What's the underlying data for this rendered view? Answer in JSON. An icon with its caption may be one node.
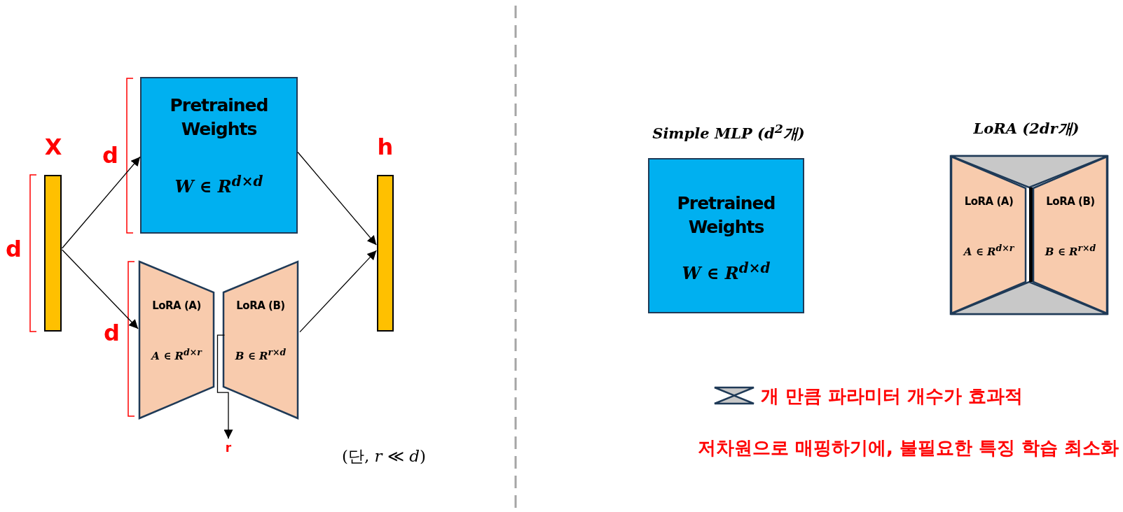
{
  "diagram": {
    "nodes": [
      {
        "text": [
          "X"
        ]
      },
      {
        "text": [
          "Pretrained Weights",
          "W ∈ R$^{d×d}$"
        ]
      },
      {
        "text": [
          "LoRA (A)",
          "A ∈ R$^{d×r}$"
        ]
      },
      {
        "text": [
          "LoRA (B)",
          "B ∈ R$^{r×d}$"
        ]
      },
      {
        "text": [
          "h"
        ]
      },
      {
        "text": [
          "r"
        ]
      },
      {
        "text": [
          "Simple MLP (d$^{2}$개)",
          "Pretrained Weights",
          "W ∈ R$^{d×d}$"
        ]
      },
      {
        "text": [
          "LoRA (2dr개)"
        ]
      },
      {
        "text": [
          "LoRA (A)",
          "A ∈ R$^{d×r}$"
        ],
        "in": 7
      },
      {
        "text": [
          "LoRA (B)",
          "B ∈ R$^{r×d}$"
        ],
        "in": 7
      }
    ],
    "edges": [
      {
        "from": 0,
        "to": 1,
        "arrow": "to"
      },
      {
        "from": 0,
        "to": 2,
        "arrow": "to"
      },
      {
        "from": 1,
        "to": 4,
        "arrow": "to"
      },
      {
        "from": 3,
        "to": 4,
        "arrow": "to"
      },
      {
        "from": 3,
        "to": 5,
        "arrow": "to"
      }
    ],
    "labels": [
      "d",
      "d",
      "d",
      "(단, *r* ≪ *d*)",
      "개 만큼 파라미터 개수가 효과적",
      "저차원으로 매핑하기에, 불필요한 특징 학습 최소화"
    ]
  }
}
